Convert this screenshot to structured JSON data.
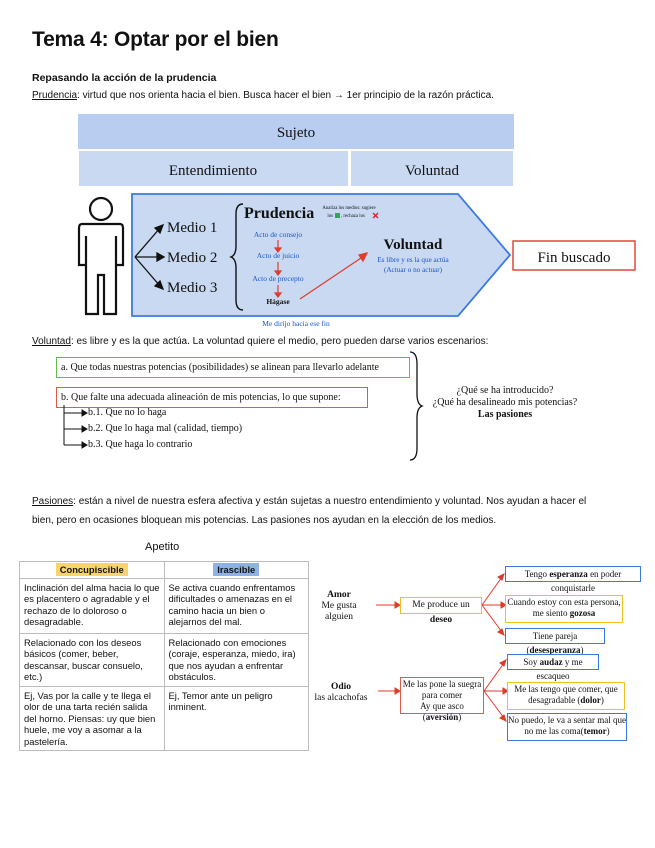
{
  "title": "Tema 4: Optar por el bien",
  "subtitle": "Repasando la acción de la prudencia",
  "prudencia_line": {
    "term": "Prudencia",
    "text": ": virtud que nos orienta hacia el bien. Busca hacer el bien → 1er principio de la razón práctica."
  },
  "diagram1": {
    "sujeto": "Sujeto",
    "entendimiento": "Entendimiento",
    "voluntad_header": "Voluntad",
    "medios": [
      "Medio 1",
      "Medio 2",
      "Medio 3"
    ],
    "prudencia": "Prudencia",
    "analiza_1": "Analiza los medios: sugiere",
    "analiza_2": "los",
    "analiza_3": ", rechaza los",
    "actos": [
      "Acto de consejo",
      "Acto de juicio",
      "Acto de precepto"
    ],
    "hagase": "Hágase",
    "voluntad": "Voluntad",
    "voluntad_desc_1": "Es libre y es la que actúa",
    "voluntad_desc_2": "(Actuar o no actuar)",
    "fin": "Fin buscado",
    "me_dirijo": "Me dirijo hacia ese fin"
  },
  "voluntad_line": {
    "term": "Voluntad",
    "text": ": es libre y es la que actúa. La voluntad quiere el medio, pero pueden darse varios escenarios:"
  },
  "escenarios": {
    "a": "a. Que todas nuestras potencias (posibilidades) se alinean para llevarlo adelante",
    "b": "b. Que falte una adecuada alineación de mis potencias, lo que supone:",
    "b_items": [
      "b.1. Que no lo haga",
      "b.2. Que lo haga mal (calidad, tiempo)",
      "b.3. Que haga lo contrario"
    ],
    "q1": "¿Qué se ha introducido?",
    "q2": "¿Qué ha desalineado mis potencias?",
    "q3": "Las pasiones"
  },
  "pasiones_line": {
    "term": "Pasiones",
    "text1": ": están a nivel de nuestra esfera afectiva y están sujetas a nuestro entendimiento y voluntad.  Nos ayudan a hacer el",
    "text2": "bien, pero en ocasiones bloquean mis potencias. Las pasiones nos ayudan en la elección de los medios."
  },
  "apetito": {
    "title": "Apetito",
    "headers": [
      "Concupiscible",
      "Irascible"
    ],
    "rows": [
      [
        "Inclinación del alma hacia lo que es placentero o agradable y el rechazo de lo doloroso o desagradable.",
        "Se activa cuando enfrentamos dificultades o amenazas en el camino hacia un bien o alejarnos del mal."
      ],
      [
        "Relacionado con los deseos básicos (comer, beber, descansar, buscar consuelo, etc.)",
        "Relacionado con emociones (coraje, esperanza, miedo, ira) que nos ayudan a enfrentar obstáculos."
      ],
      [
        "Ej, Vas por la calle y te llega el olor de una tarta recién salida del horno. Piensas: uy que bien huele, me voy a asomar a la pastelería.",
        "Ej, Temor ante un peligro inminent."
      ]
    ]
  },
  "flow": {
    "amor_1": "Amor",
    "amor_2": "Me gusta alguien",
    "deseo_pre": "Me produce un ",
    "deseo_b": "deseo",
    "r1_pre": "Tengo ",
    "r1_b": "esperanza",
    "r1_post": " en poder conquistarle",
    "r2_1": "Cuando estoy con esta persona,",
    "r2_pre": "me siento ",
    "r2_b": "gozosa",
    "r3_pre": "Tiene pareja (",
    "r3_b": "desesperanza",
    "r3_post": ")",
    "odio_1": "Odio",
    "odio_2": "las alcachofas",
    "suegra_1": "Me las pone la suegra",
    "suegra_2": "para comer",
    "suegra_pre": "Ay que asco (",
    "suegra_b": "aversión",
    "suegra_post": ")",
    "r4_pre": "Soy ",
    "r4_b": "audaz",
    "r4_post": " y me escaqueo",
    "r5_1": "Me las tengo que comer, que",
    "r5_pre": "desagradable (",
    "r5_b": "dolor",
    "r5_post": ")",
    "r6_1": "No puedo, le va a sentar mal que",
    "r6_pre": "no me las coma(",
    "r6_b": "temor",
    "r6_post": ")"
  }
}
